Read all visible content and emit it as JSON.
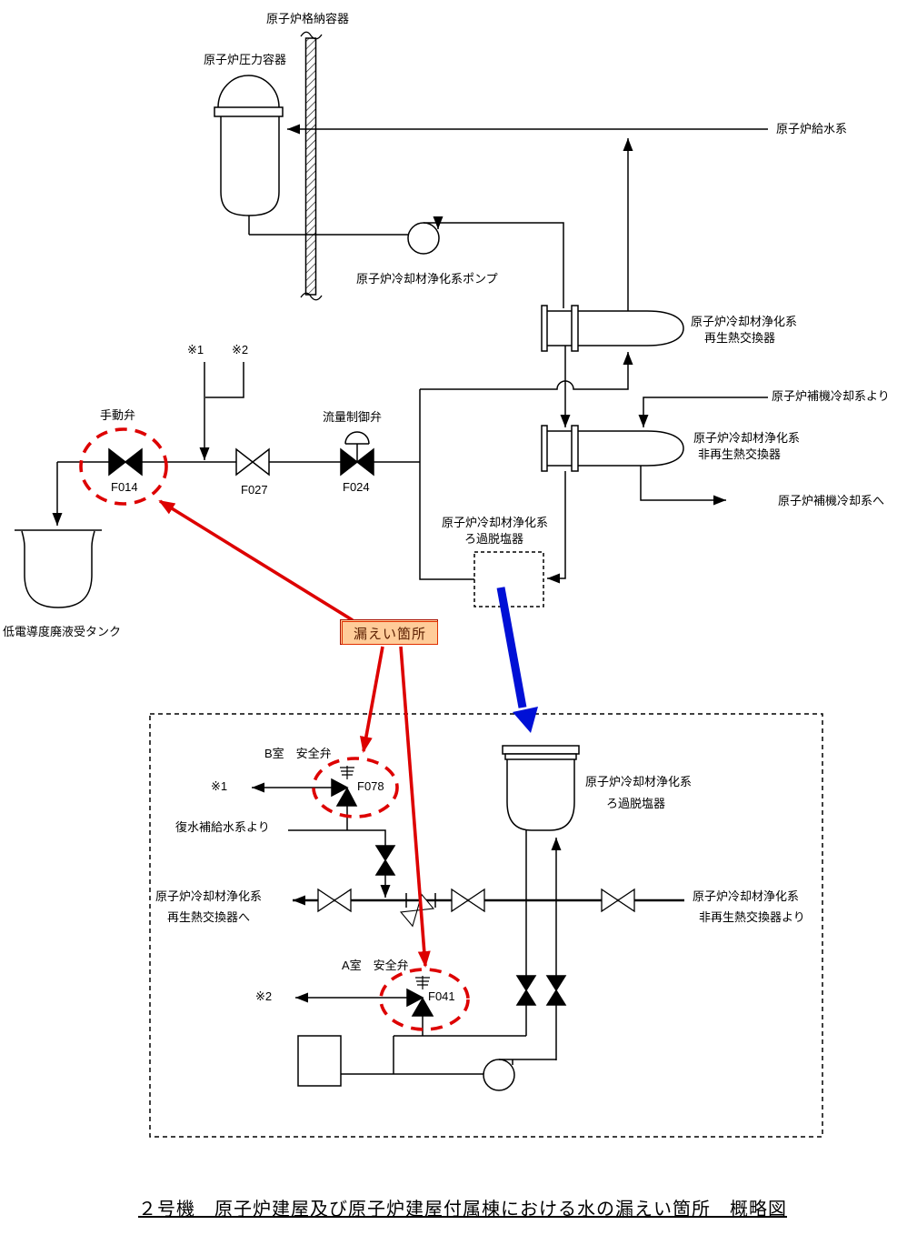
{
  "title": "２号機　原子炉建屋及び原子炉建屋付属棟における水の漏えい箇所　概略図",
  "labels": {
    "containment_vessel": "原子炉格納容器",
    "pressure_vessel": "原子炉圧力容器",
    "feedwater_system": "原子炉給水系",
    "cuw_pump": "原子炉冷却材浄化系ポンプ",
    "cuw_system": "原子炉冷却材浄化系",
    "regen_hx": "再生熱交換器",
    "aux_cooling_from": "原子炉補機冷却系より",
    "non_regen_hx": "非再生熱交換器",
    "aux_cooling_to": "原子炉補機冷却系へ",
    "demineralizer": "ろ過脱塩器",
    "note1": "※1",
    "note2": "※2",
    "manual_valve": "手動弁",
    "f014": "F014",
    "f027": "F027",
    "flow_control_valve": "流量制御弁",
    "f024": "F024",
    "waste_tank": "低電導度廃液受タンク",
    "leak_location": "漏えい箇所",
    "b_room_safety_valve": "B室　安全弁",
    "f078": "F078",
    "condensate_makeup_from": "復水補給水系より",
    "to_regen_hx": "再生熱交換器へ",
    "from_non_regen_hx": "非再生熱交換器より",
    "a_room_safety_valve": "A室　安全弁",
    "f041": "F041"
  },
  "colors": {
    "line": "#000000",
    "leak_red": "#DD0000",
    "flow_blue": "#0010D6",
    "leak_box_bg": "#FFCC99",
    "leak_box_border": "#CC2200"
  }
}
